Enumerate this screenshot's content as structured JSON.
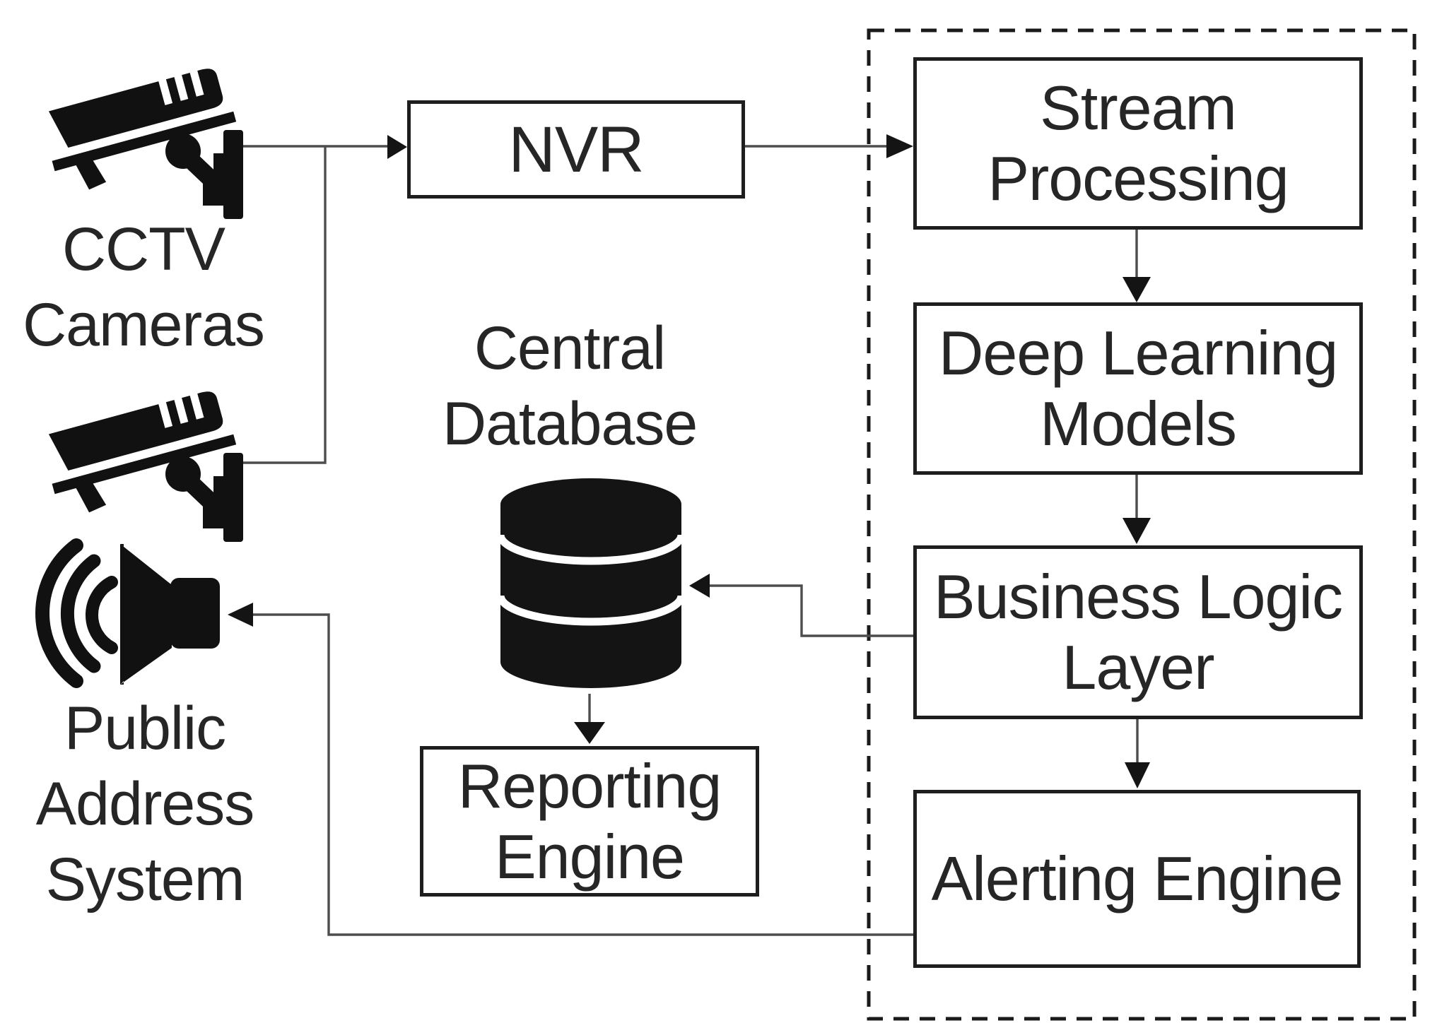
{
  "diagram": {
    "type": "system-architecture",
    "background": "#ffffff",
    "colors": {
      "box_border": "#1e1e1e",
      "connector_line": "#4d4d4d",
      "arrowhead": "#141414",
      "text": "#262626",
      "icon": "#111111",
      "dashed_container_border": "#1a1a1a"
    },
    "nodes": {
      "cctv_cameras": {
        "label": "CCTV\nCameras",
        "icon": "cctv-camera-icon",
        "icon_count": 2
      },
      "nvr": {
        "label": "NVR",
        "shape": "box"
      },
      "central_database": {
        "label": "Central\nDatabase",
        "icon": "database-cylinder-icon"
      },
      "reporting_engine": {
        "label": "Reporting\nEngine",
        "shape": "box"
      },
      "public_address_system": {
        "label": "Public\nAddress\nSystem",
        "icon": "loudspeaker-icon"
      },
      "stream_processing": {
        "label": "Stream\nProcessing",
        "shape": "box",
        "container": "analytics_platform"
      },
      "deep_learning_models": {
        "label": "Deep Learning\nModels",
        "shape": "box",
        "container": "analytics_platform"
      },
      "business_logic_layer": {
        "label": "Business Logic\nLayer",
        "shape": "box",
        "container": "analytics_platform"
      },
      "alerting_engine": {
        "label": "Alerting Engine",
        "shape": "box",
        "container": "analytics_platform"
      },
      "analytics_platform": {
        "label": "",
        "shape": "dashed-container"
      }
    },
    "edges": [
      {
        "from": "cctv_cameras",
        "to": "nvr",
        "arrow": "filled-triangle"
      },
      {
        "from": "nvr",
        "to": "stream_processing",
        "arrow": "filled-triangle"
      },
      {
        "from": "stream_processing",
        "to": "deep_learning_models",
        "arrow": "filled-triangle"
      },
      {
        "from": "deep_learning_models",
        "to": "business_logic_layer",
        "arrow": "filled-triangle"
      },
      {
        "from": "business_logic_layer",
        "to": "alerting_engine",
        "arrow": "filled-triangle"
      },
      {
        "from": "business_logic_layer",
        "to": "central_database",
        "arrow": "filled-triangle"
      },
      {
        "from": "central_database",
        "to": "reporting_engine",
        "arrow": "filled-triangle"
      },
      {
        "from": "alerting_engine",
        "to": "public_address_system",
        "arrow": "filled-triangle"
      }
    ]
  }
}
